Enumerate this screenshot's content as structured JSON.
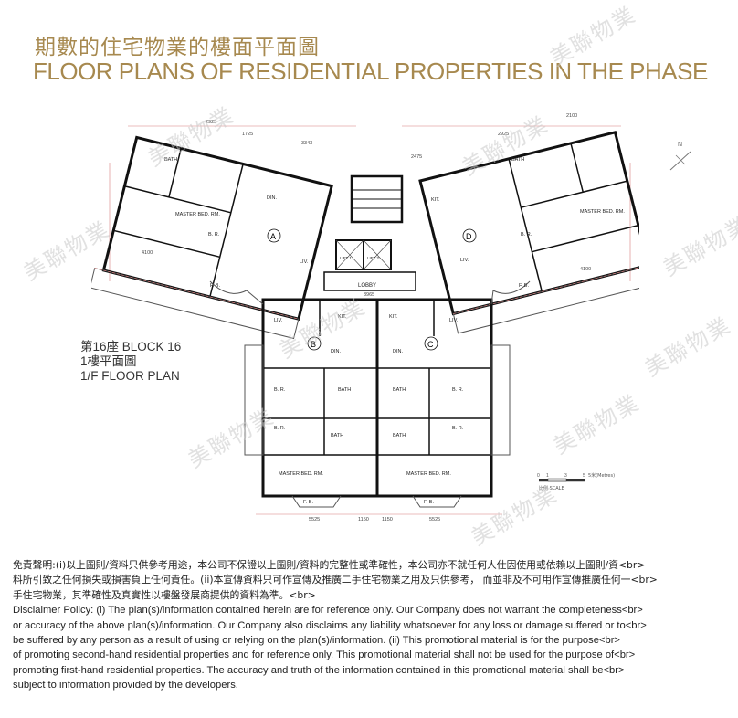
{
  "header": {
    "title_zh": "期數的住宅物業的樓面平面圖",
    "title_en": "FLOOR PLANS OF RESIDENTIAL PROPERTIES IN THE PHASE"
  },
  "block": {
    "name_zh": "第16座 BLOCK 16",
    "floor_zh": "1樓平面圖",
    "floor_en": "1/F FLOOR PLAN"
  },
  "plan": {
    "units": [
      "A",
      "B",
      "C",
      "D"
    ],
    "lobby": "LOBBY",
    "lift1": "LIFT 1",
    "lift2": "LIFT 2",
    "rooms": {
      "living": "LIV.",
      "dining": "DIN.",
      "kitchen": "KIT.",
      "bath": "BATH",
      "bedroom": "B. R.",
      "master": "MASTER BED. RM.",
      "bay": "F. B."
    },
    "dims": {
      "top_left_1": "2925",
      "top_left_2": "1725",
      "top_left_3": "3343",
      "top_right_1": "2475",
      "top_right_2": "2925",
      "top_right_3": "2100",
      "bottom_1": "5525",
      "bottom_2": "1150",
      "bottom_3": "1150",
      "bottom_4": "5525",
      "lobby_w": "3965",
      "side_1": "4100",
      "side_2": "4100"
    },
    "scale_unit": "5米(Metres)",
    "scale_label": "比例 SCALE",
    "scale_ticks": [
      "0",
      "1",
      "3",
      "5"
    ]
  },
  "north_label": "N",
  "watermark": "美聯物業",
  "disclaimer": {
    "line1": "免責聲明:(i)以上圖則/資料只供參考用途，本公司不保證以上圖則/資料的完整性或準確性，本公司亦不就任何人仕因使用或依賴以上圖則/資<br>",
    "line2": "料所引致之任何損失或損害負上任何責任。(ii)本宣傳資料只可作宣傳及推廣二手住宅物業之用及只供參考， 而並非及不可用作宣傳推廣任何一<br>",
    "line3": "手住宅物業，其準確性及真實性以樓盤發展商提供的資料為準。<br>",
    "line4": "Disclaimer Policy: (i) The plan(s)/information contained herein are for reference only. Our Company does not warrant the completeness<br>",
    "line5": "or accuracy of the above plan(s)/information. Our Company also disclaims any liability whatsoever for any loss or damage suffered or to<br>",
    "line6": "be suffered by any person as a result of using or relying on the plan(s)/information. (ii) This promotional material is for the purpose<br>",
    "line7": "of promoting second-hand residential properties and for reference only. This promotional material shall not be used for the purpose of<br>",
    "line8": "promoting first-hand residential properties. The accuracy and truth of the information contained in this promotional material shall be<br>",
    "line9": "subject to information provided by the developers."
  }
}
